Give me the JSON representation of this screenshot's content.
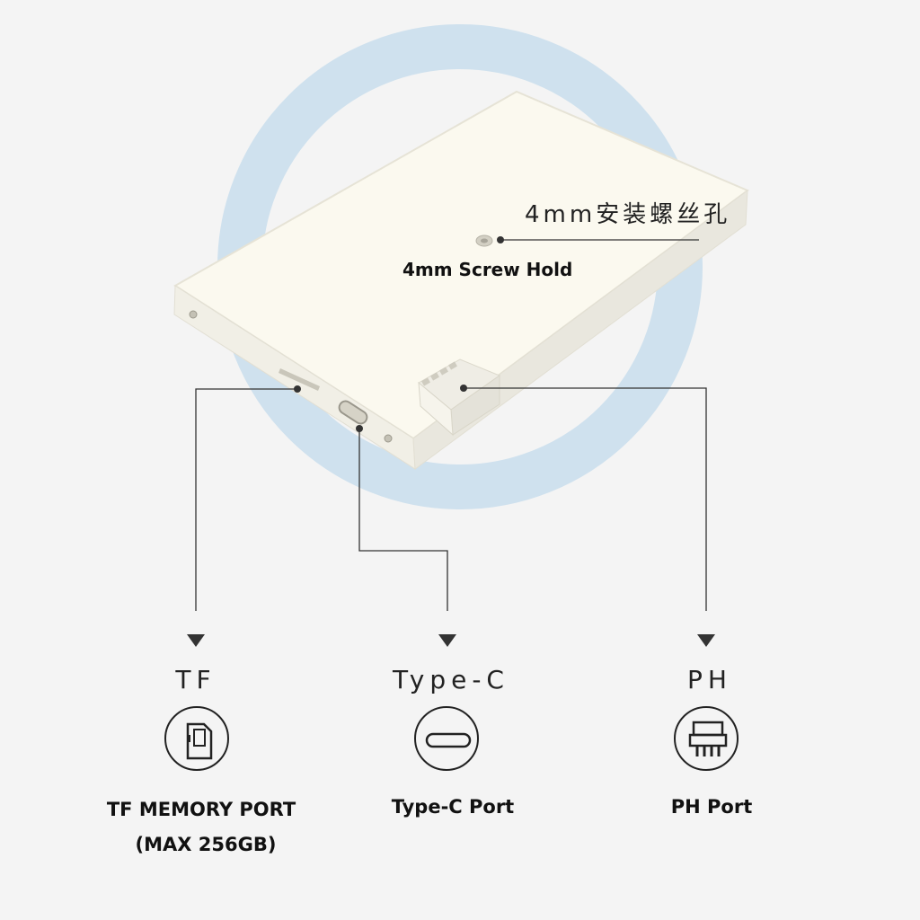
{
  "annotations": {
    "screw_label_cn": "4mm安装螺丝孔",
    "screw_label_en": "4mm Screw Hold"
  },
  "ports": [
    {
      "name": "TF",
      "desc_line1": "TF MEMORY PORT",
      "desc_line2": "(MAX 256GB)",
      "icon": "sd-card-icon"
    },
    {
      "name": "Type-C",
      "desc_line1": "Type-C Port",
      "desc_line2": "",
      "icon": "usb-c-icon"
    },
    {
      "name": "PH",
      "desc_line1": "PH Port",
      "desc_line2": "",
      "icon": "ph-connector-icon"
    }
  ],
  "colors": {
    "background": "#f4f4f4",
    "ring": "#cfe1ee",
    "device_top": "#fbf9ef",
    "device_side": "#efede4",
    "lines": "#333333"
  }
}
